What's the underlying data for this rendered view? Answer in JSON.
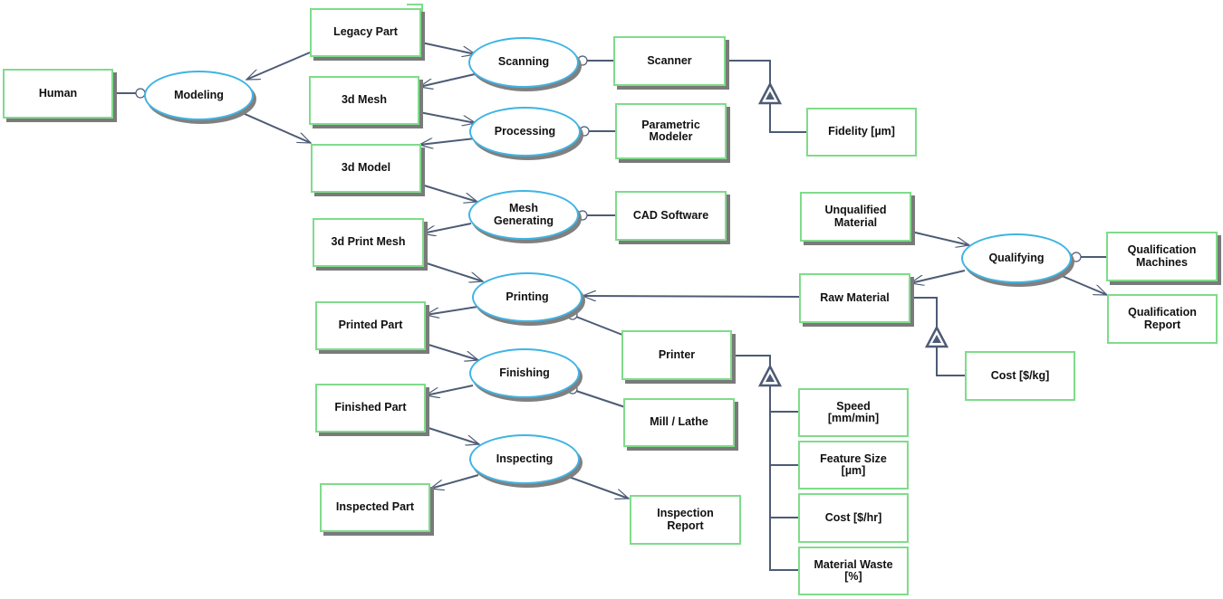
{
  "diagram": {
    "colors": {
      "object_border": "#7fdc8a",
      "process_border": "#3fb4e4",
      "link": "#4d5b75",
      "shadow": "#7a7a7a"
    },
    "objects": {
      "human": "Human",
      "legacy_part": "Legacy Part",
      "mesh_3d": "3d Mesh",
      "model_3d": "3d Model",
      "print_mesh": "3d Print Mesh",
      "printed_part": "Printed Part",
      "finished_part": "Finished Part",
      "inspected_part": "Inspected Part",
      "scanner": "Scanner",
      "parametric_modeler": "Parametric\nModeler",
      "cad_software": "CAD Software",
      "printer": "Printer",
      "mill_lathe": "Mill / Lathe",
      "inspection_report": "Inspection\nReport",
      "fidelity": "Fidelity [µm]",
      "unqualified_material": "Unqualified\nMaterial",
      "raw_material": "Raw Material",
      "qualification_machines": "Qualification\nMachines",
      "qualification_report": "Qualification\nReport",
      "cost_kg": "Cost [$/kg]",
      "speed": "Speed\n[mm/min]",
      "feature_size": "Feature Size\n[µm]",
      "cost_hr": "Cost [$/hr]",
      "material_waste": "Material Waste\n[%]"
    },
    "processes": {
      "modeling": "Modeling",
      "scanning": "Scanning",
      "processing": "Processing",
      "mesh_generating": "Mesh\nGenerating",
      "printing": "Printing",
      "finishing": "Finishing",
      "inspecting": "Inspecting",
      "qualifying": "Qualifying"
    }
  }
}
